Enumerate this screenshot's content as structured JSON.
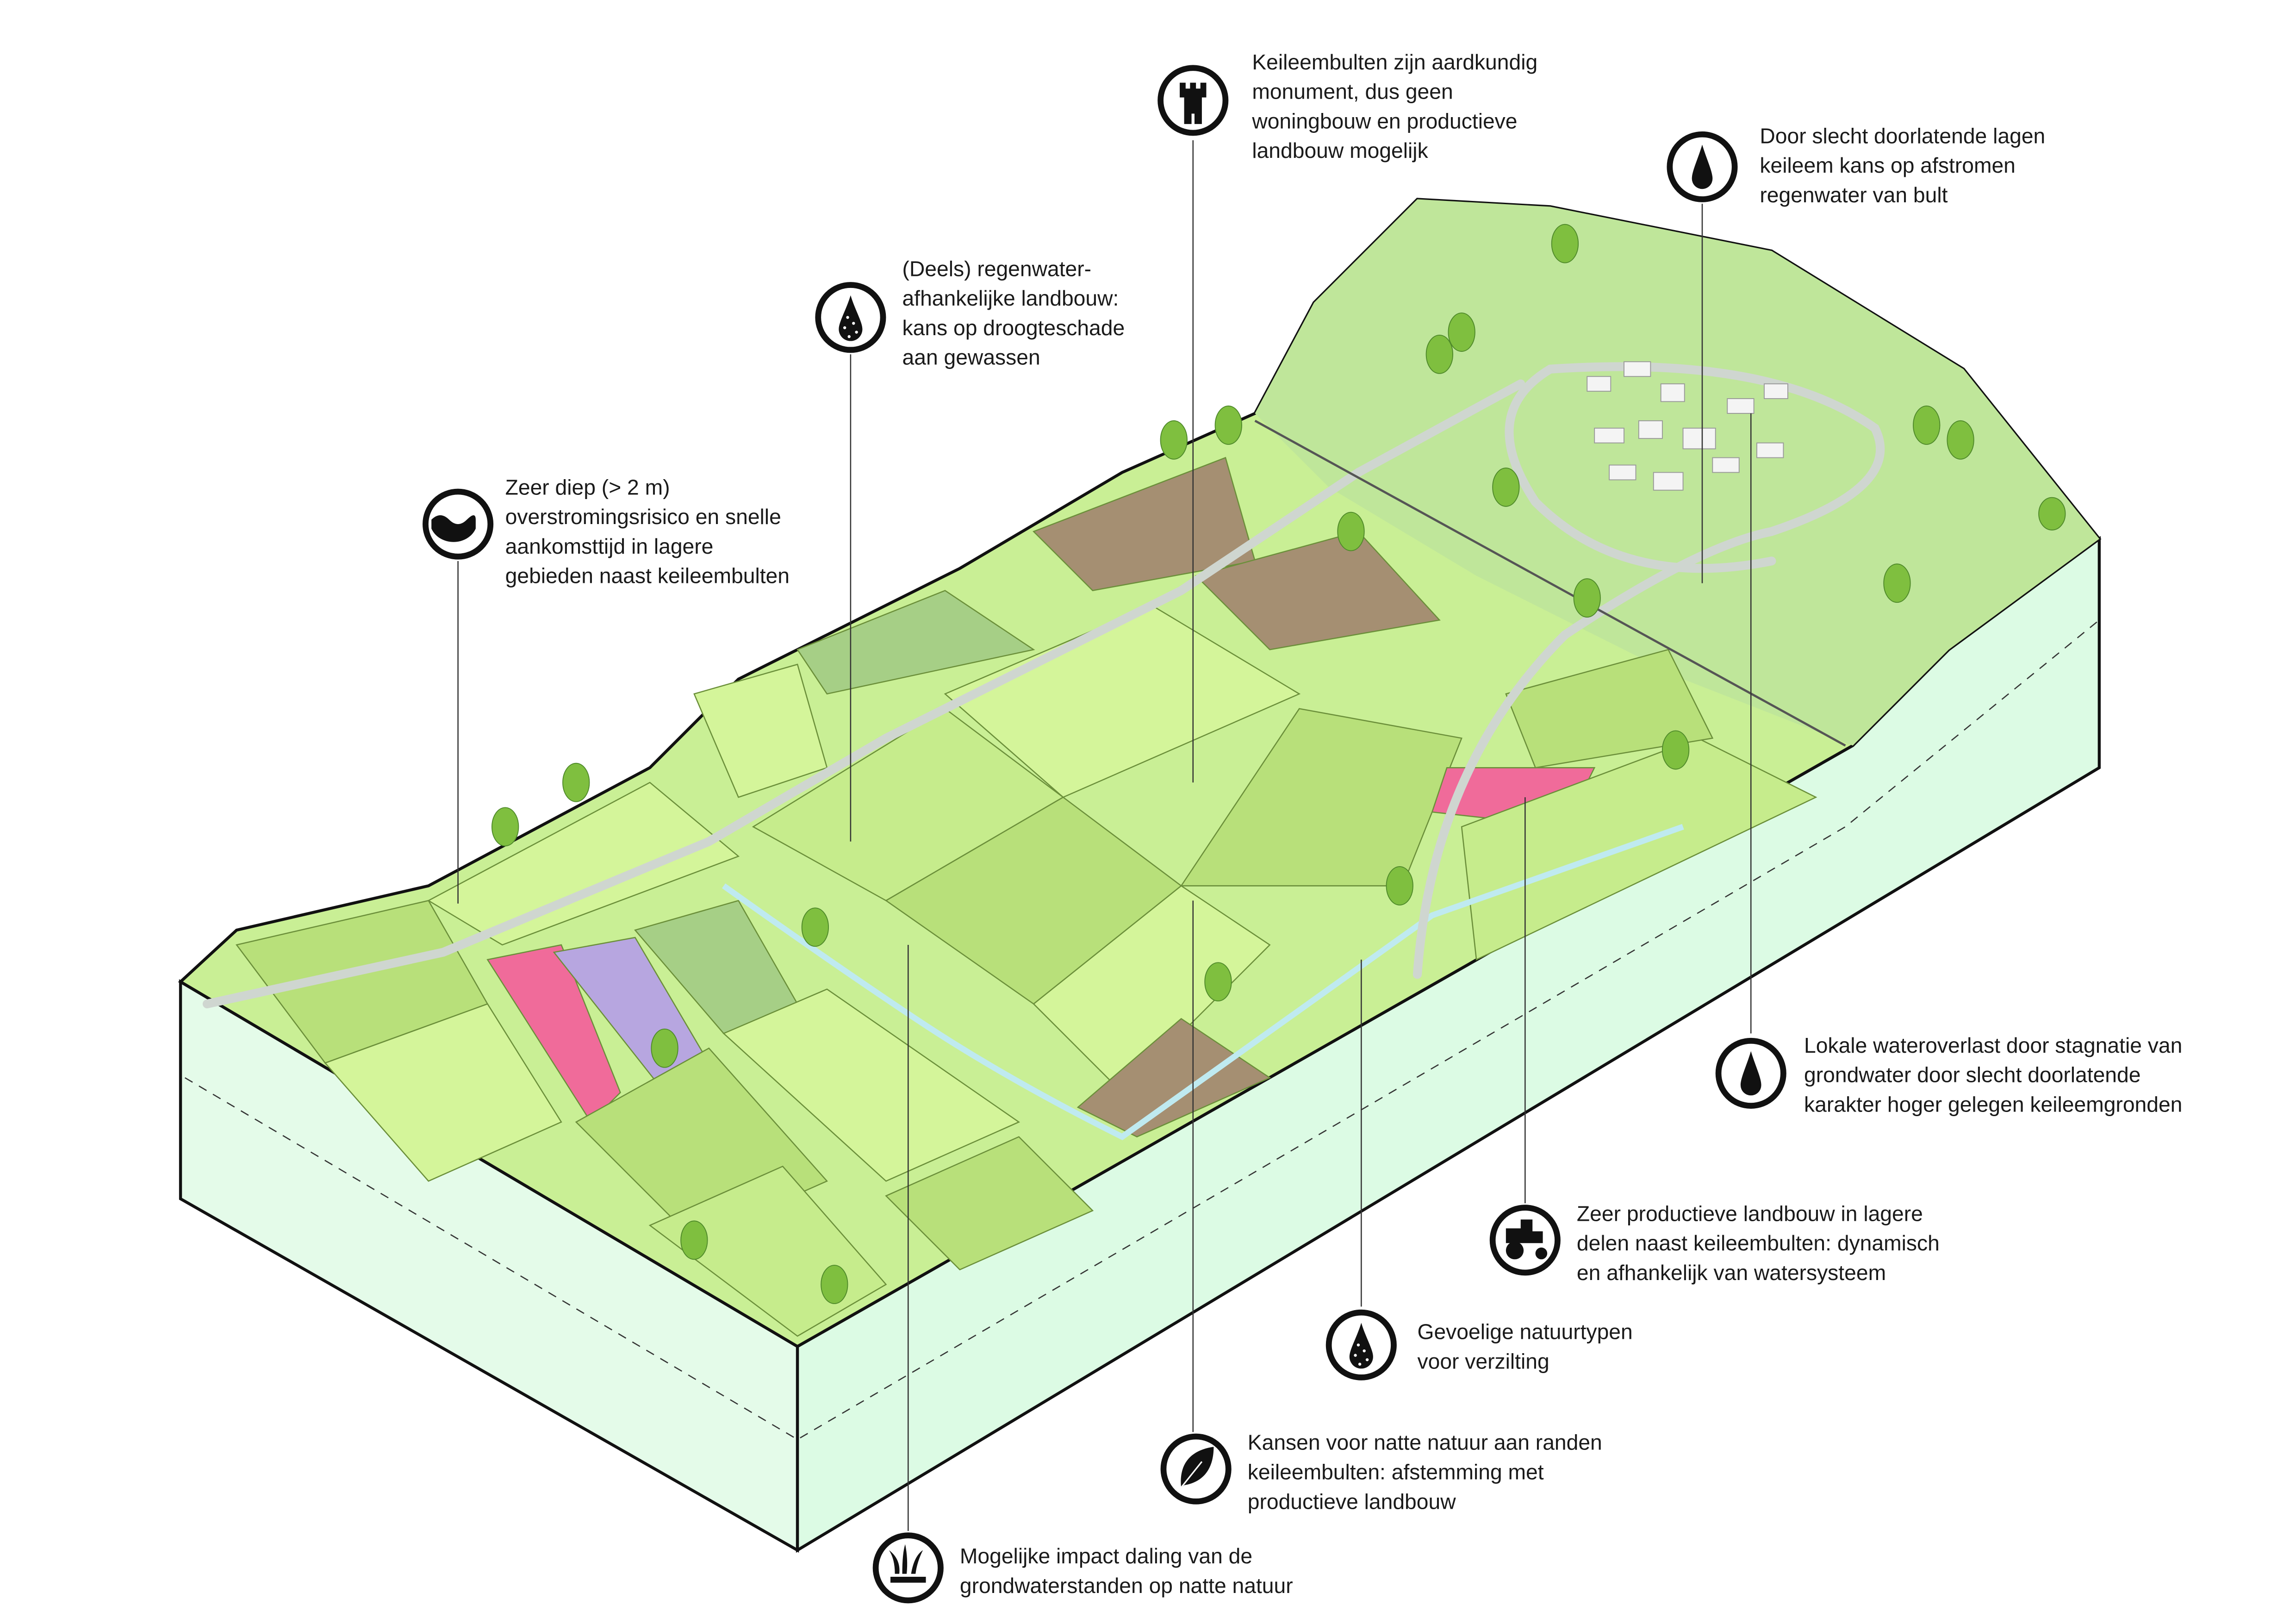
{
  "annotations": [
    {
      "id": "monument",
      "icon": "castle-icon",
      "lines": [
        "Keileembulten zijn aardkundig",
        "monument, dus geen",
        "woningbouw en productieve",
        "landbouw mogelijk"
      ]
    },
    {
      "id": "runoff",
      "icon": "water-drop-icon",
      "lines": [
        "Door slecht doorlatende lagen",
        "keileem kans op afstromen",
        "regenwater van bult"
      ]
    },
    {
      "id": "drought",
      "icon": "dotted-drop-icon",
      "lines": [
        "(Deels) regenwater-",
        "afhankelijke landbouw:",
        "kans op droogteschade",
        "aan gewassen"
      ]
    },
    {
      "id": "flooding",
      "icon": "deep-water-icon",
      "lines": [
        "Zeer diep (> 2 m)",
        "overstromingsrisico en snelle",
        "aankomsttijd in lagere",
        "gebieden naast keileembulten"
      ]
    },
    {
      "id": "local-flooding",
      "icon": "water-drop-icon",
      "lines": [
        "Lokale wateroverlast door stagnatie van",
        "grondwater door slecht doorlatende",
        "karakter hoger gelegen keileemgronden"
      ]
    },
    {
      "id": "productive",
      "icon": "tractor-icon",
      "lines": [
        "Zeer productieve landbouw in lagere",
        "delen naast keileembulten: dynamisch",
        "en afhankelijk van watersysteem"
      ]
    },
    {
      "id": "salinization",
      "icon": "dotted-drop-icon",
      "lines": [
        "Gevoelige natuurtypen",
        "voor verzilting"
      ]
    },
    {
      "id": "wet-nature",
      "icon": "leaf-icon",
      "lines": [
        "Kansen voor natte natuur aan randen",
        "keileembulten: afstemming met",
        "productieve landbouw"
      ]
    },
    {
      "id": "groundwater",
      "icon": "grass-icon",
      "lines": [
        "Mogelijke impact daling van de",
        "grondwaterstanden op natte natuur"
      ]
    }
  ],
  "colors": {
    "field_light": "#d4f59a",
    "field_mid": "#b8e07a",
    "field_dark": "#a6cf86",
    "hill": "#bfe69a",
    "side": "#dcfbe4",
    "water": "#bfeaf0",
    "flowers_pink": "#f06b9a",
    "flowers_purple": "#b7a6e0"
  }
}
